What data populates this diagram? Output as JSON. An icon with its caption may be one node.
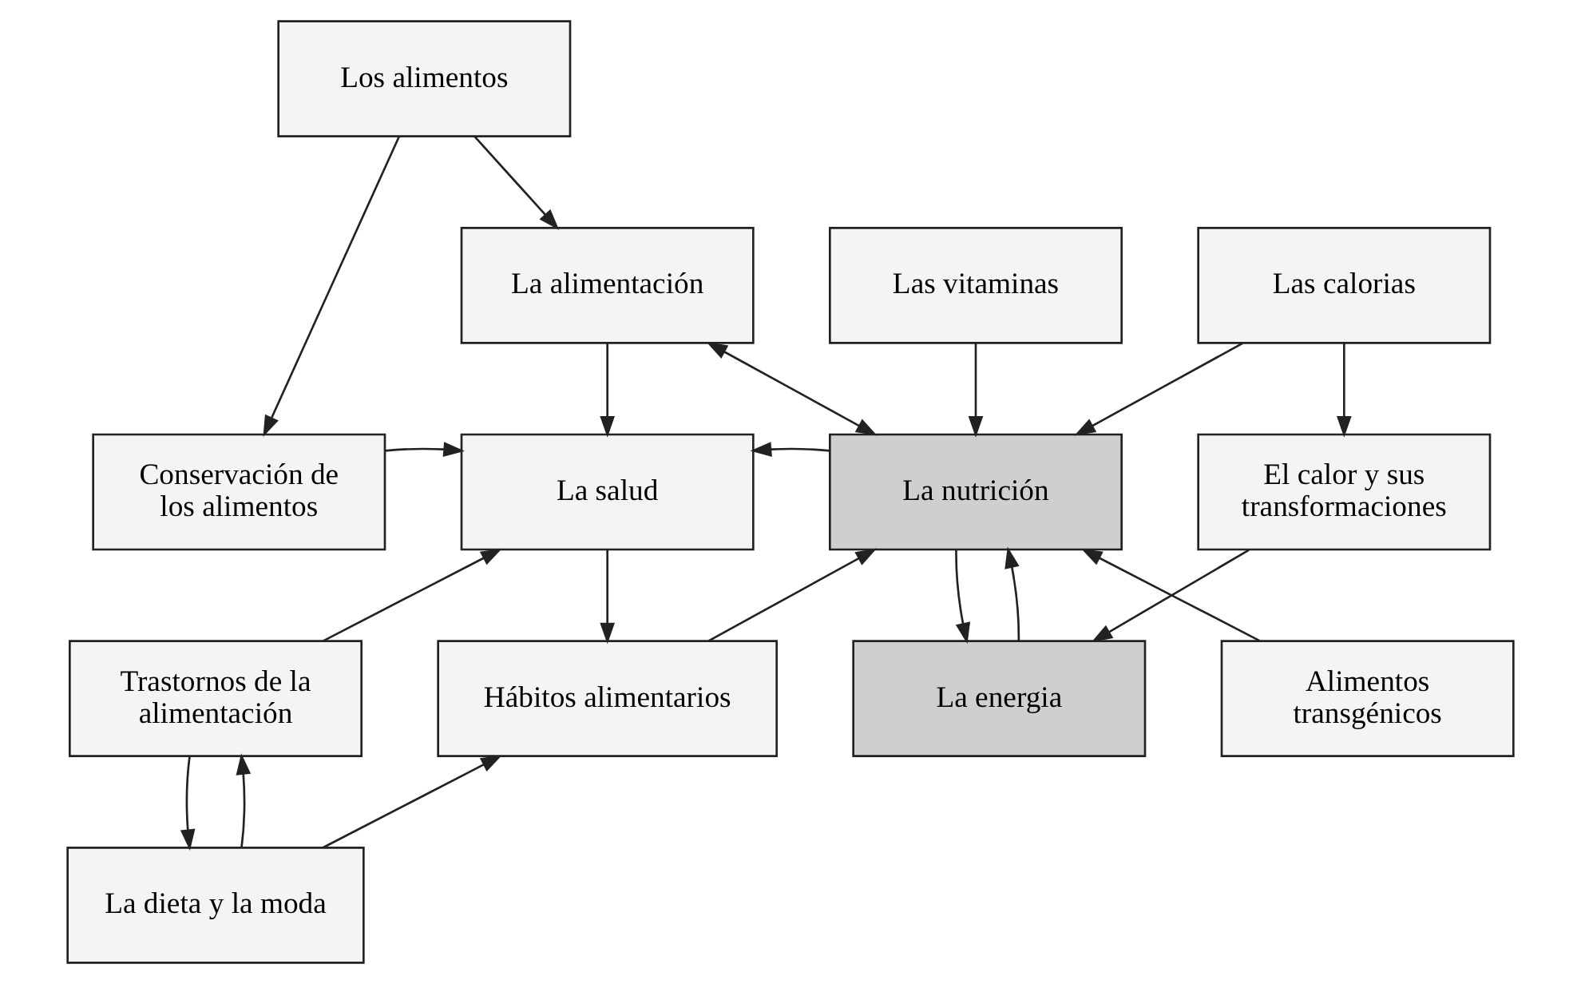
{
  "diagram": {
    "nodes": [
      {
        "text": [
          "Los alimentos"
        ]
      },
      {
        "text": [
          "La alimentación"
        ]
      },
      {
        "text": [
          "Las vitaminas"
        ]
      },
      {
        "text": [
          "Las calorias"
        ]
      },
      {
        "text": [
          "Conservación de los alimentos"
        ]
      },
      {
        "text": [
          "La salud"
        ]
      },
      {
        "text": [
          "La nutrición"
        ]
      },
      {
        "text": [
          "El calor y sus transformaciones"
        ]
      },
      {
        "text": [
          "Trastornos de la alimentación"
        ]
      },
      {
        "text": [
          "Hábitos alimentarios"
        ]
      },
      {
        "text": [
          "La energia"
        ]
      },
      {
        "text": [
          "Alimentos transgénicos"
        ]
      },
      {
        "text": [
          "La dieta y la moda"
        ]
      }
    ],
    "edges": [
      {
        "from": 0,
        "to": 1,
        "arrow": "to"
      },
      {
        "from": 0,
        "to": 4,
        "arrow": "to"
      },
      {
        "from": 1,
        "to": 5,
        "arrow": "to"
      },
      {
        "from": 1,
        "to": 6,
        "arrow": "both"
      },
      {
        "from": 2,
        "to": 6,
        "arrow": "to"
      },
      {
        "from": 3,
        "to": 6,
        "arrow": "to"
      },
      {
        "from": 3,
        "to": 7,
        "arrow": "to"
      },
      {
        "from": 4,
        "to": 5,
        "arrow": "to"
      },
      {
        "from": 6,
        "to": 5,
        "arrow": "to"
      },
      {
        "from": 5,
        "to": 9,
        "arrow": "to"
      },
      {
        "from": 8,
        "to": 5,
        "arrow": "to"
      },
      {
        "from": 9,
        "to": 6,
        "arrow": "to"
      },
      {
        "from": 6,
        "to": 10,
        "arrow": "to"
      },
      {
        "from": 10,
        "to": 6,
        "arrow": "to"
      },
      {
        "from": 7,
        "to": 10,
        "arrow": "to"
      },
      {
        "from": 11,
        "to": 6,
        "arrow": "to"
      },
      {
        "from": 8,
        "to": 12,
        "arrow": "to"
      },
      {
        "from": 12,
        "to": 8,
        "arrow": "to"
      },
      {
        "from": 12,
        "to": 9,
        "arrow": "to"
      }
    ]
  }
}
